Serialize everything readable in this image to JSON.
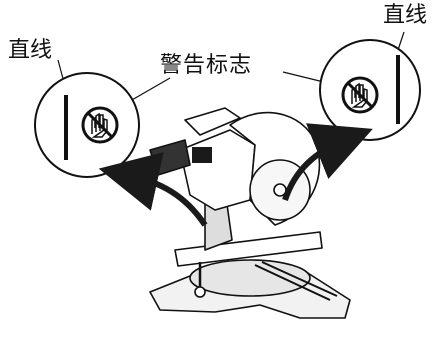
{
  "labels": {
    "straight_line_left": "直线",
    "straight_line_right": "直线",
    "warning_sign": "警告标志"
  },
  "colors": {
    "line": "#111111",
    "fill_dark": "#1a1a1a",
    "fill_light": "#ffffff",
    "fill_grey": "#c8c8c8"
  },
  "icons": [
    "no-hand-warning-icon",
    "rotation-arrow-icon"
  ]
}
